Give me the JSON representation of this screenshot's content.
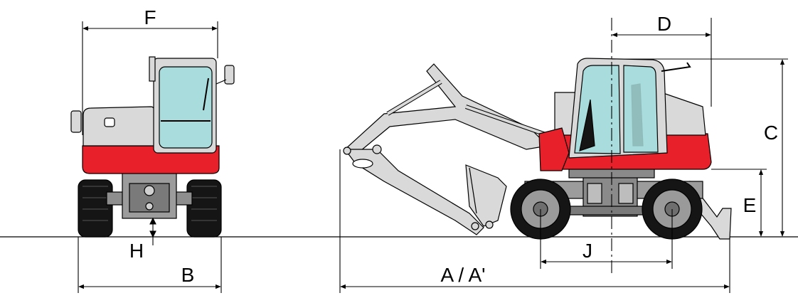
{
  "dimension_labels": {
    "F": "F",
    "H": "H",
    "B": "B",
    "D": "D",
    "C": "C",
    "E": "E",
    "J": "J",
    "A": "A / A'"
  },
  "colors": {
    "body_red": "#e8202a",
    "body_grey": "#d9d9d9",
    "glass": "#a9dcdc",
    "tire": "#151515",
    "rim": "#9a9a9a",
    "line": "#000000"
  }
}
